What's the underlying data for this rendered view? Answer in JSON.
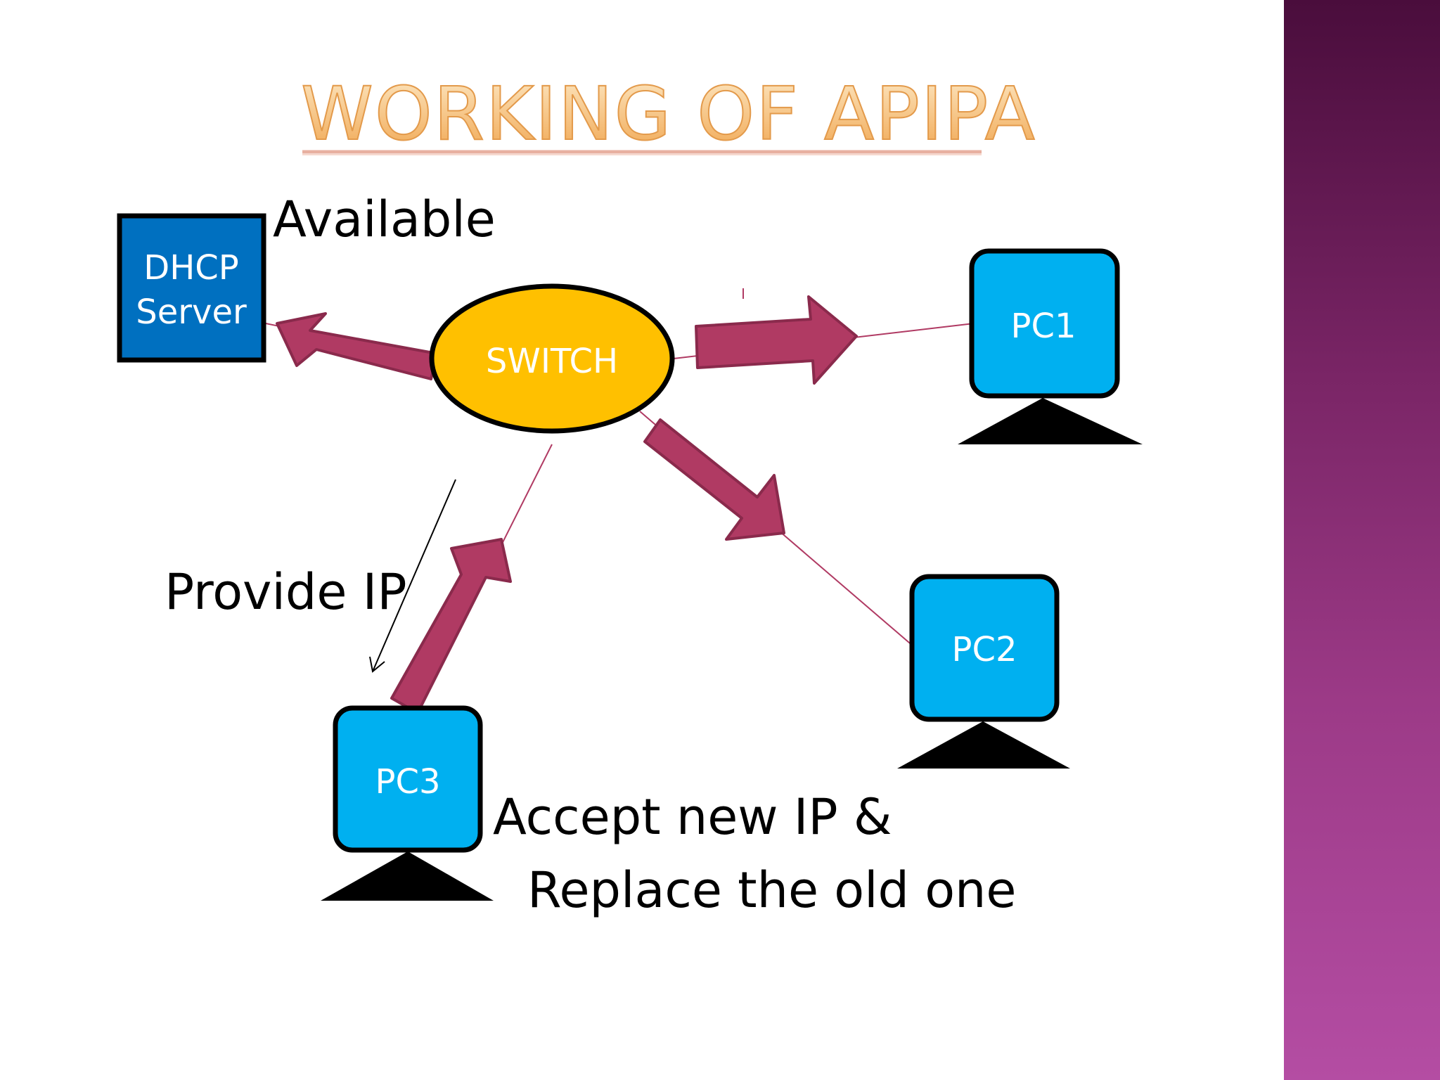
{
  "title": "WORKING OF APIPA",
  "colors": {
    "title_fill_top": "#fde3b8",
    "title_fill_bottom": "#f0a650",
    "title_stroke": "#e8a75d",
    "dhcp_fill": "#0070c0",
    "pc_fill": "#00b0f0",
    "switch_fill": "#ffc000",
    "arrow_fill": "#b03a63",
    "line_color": "#b03a63",
    "sidebar_top": "#4a0d3c",
    "sidebar_bottom": "#b44da3"
  },
  "nodes": {
    "dhcp": {
      "line1": "DHCP",
      "line2": "Server"
    },
    "switch": {
      "label": "SWITCH"
    },
    "pc1": {
      "label": "PC1"
    },
    "pc2": {
      "label": "PC2"
    },
    "pc3": {
      "label": "PC3"
    }
  },
  "annotations": {
    "available": "Available",
    "provide_ip": "Provide IP",
    "accept_line1": "Accept new IP &",
    "accept_line2": "Replace the old one"
  }
}
